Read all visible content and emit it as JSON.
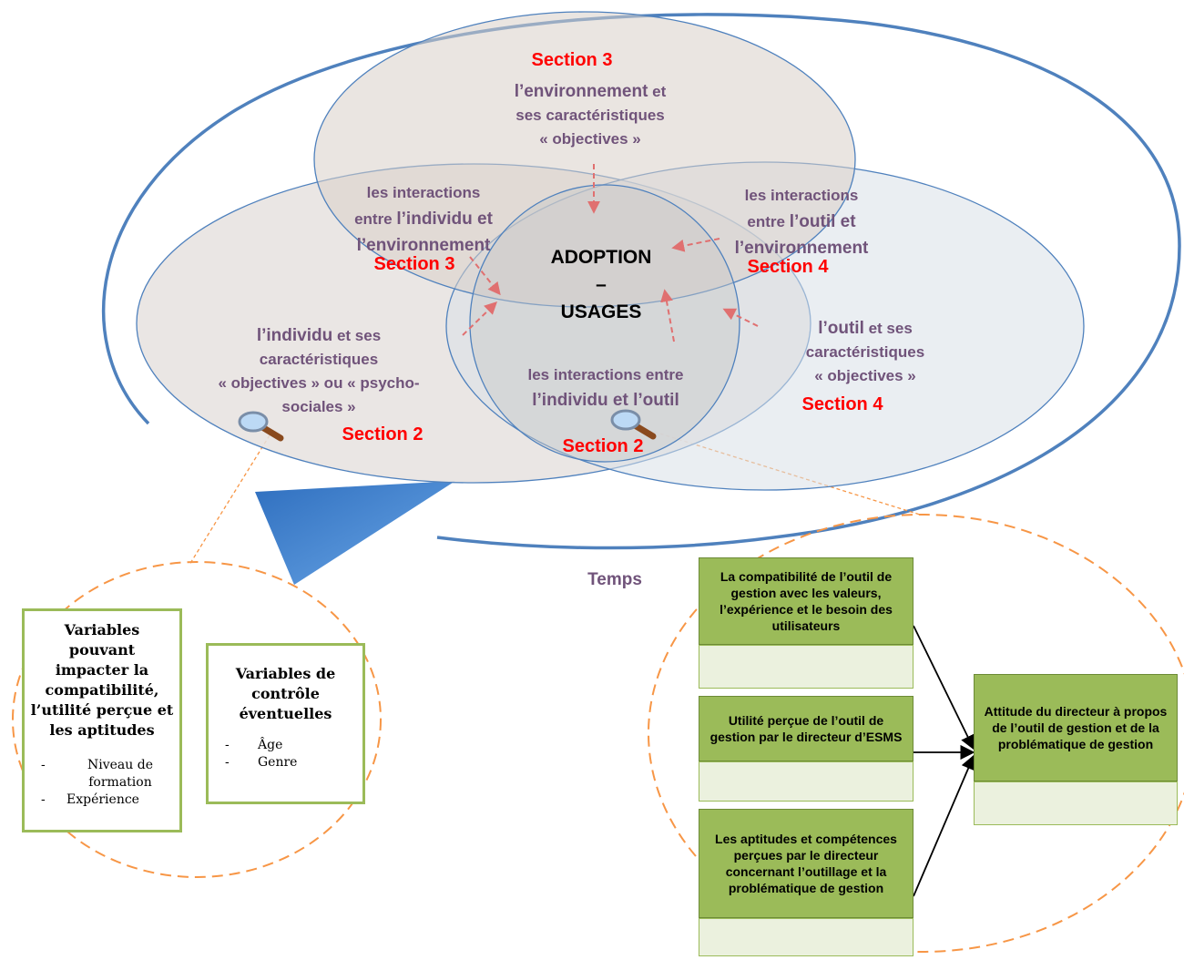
{
  "venn": {
    "top": {
      "title": "l’environnement",
      "suffix": "et",
      "line2": "ses caractéristiques",
      "line3": "« objectives »",
      "section": "Section 3"
    },
    "left": {
      "title": "l’individu",
      "suffix": "et ses",
      "line2": "caractéristiques",
      "line3": "« objectives » ou « psycho-",
      "line4": "sociales »",
      "section": "Section 2"
    },
    "right": {
      "title": "l’outil",
      "suffix": "et ses",
      "line2": "caractéristiques",
      "line3": "« objectives »",
      "section": "Section 4"
    },
    "left_top": {
      "line1": "les interactions",
      "line2a": "entre",
      "line2b": "l’individu et",
      "line3": "l’environnement",
      "section": "Section 3"
    },
    "right_top": {
      "line1": "les interactions",
      "line2a": "entre",
      "line2b": "l’outil et",
      "line3": "l’environnement",
      "section": "Section 4"
    },
    "bottom": {
      "line1": "les interactions entre",
      "line2": "l’individu et l’outil",
      "section": "Section 2"
    },
    "center": {
      "line1": "ADOPTION",
      "line2": "–",
      "line3": "USAGES"
    }
  },
  "time_label": "Temps",
  "left_zoom": {
    "box1": {
      "title": "Variables pouvant impacter la compatibilité, l’utilité perçue et les aptitudes",
      "items": [
        "Niveau de formation",
        "Expérience"
      ]
    },
    "box2": {
      "title": "Variables de contrôle éventuelles",
      "items": [
        "Âge",
        "Genre"
      ]
    }
  },
  "right_zoom": {
    "box1": "La compatibilité de l’outil de gestion avec les valeurs, l’expérience et le besoin des utilisateurs",
    "box2": "Utilité perçue de l’outil de gestion par le directeur d’ESMS",
    "box3": "Les aptitudes et compétences perçues par le directeur concernant l’outillage et la problématique de gestion",
    "result": "Attitude du directeur à propos de l’outil de gestion et de la problématique de gestion"
  },
  "colors": {
    "accent_blue": "#4a86c8",
    "circle_stroke": "#4f81bd",
    "section_red": "#ff0000",
    "label_purple": "#70537a",
    "dash_orange": "#f79646",
    "arrow_red": "#e07070",
    "box_green": "#9bbb59"
  }
}
